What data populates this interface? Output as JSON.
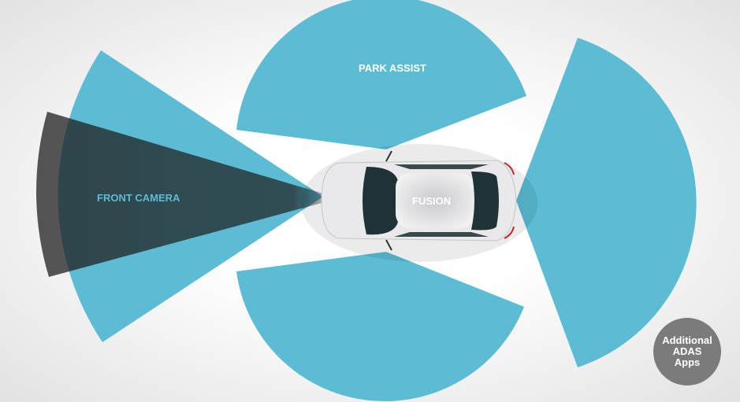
{
  "labels": {
    "park_assist": "PARK ASSIST",
    "front_camera": "FRONT CAMERA",
    "fusion": "FUSION",
    "additional": [
      "Additional",
      "ADAS",
      "Apps"
    ]
  },
  "colors": {
    "sensor_blue": "#5bbcd3",
    "camera_dark": "#1e1e1e",
    "badge_gray": "#7b7b7b"
  }
}
